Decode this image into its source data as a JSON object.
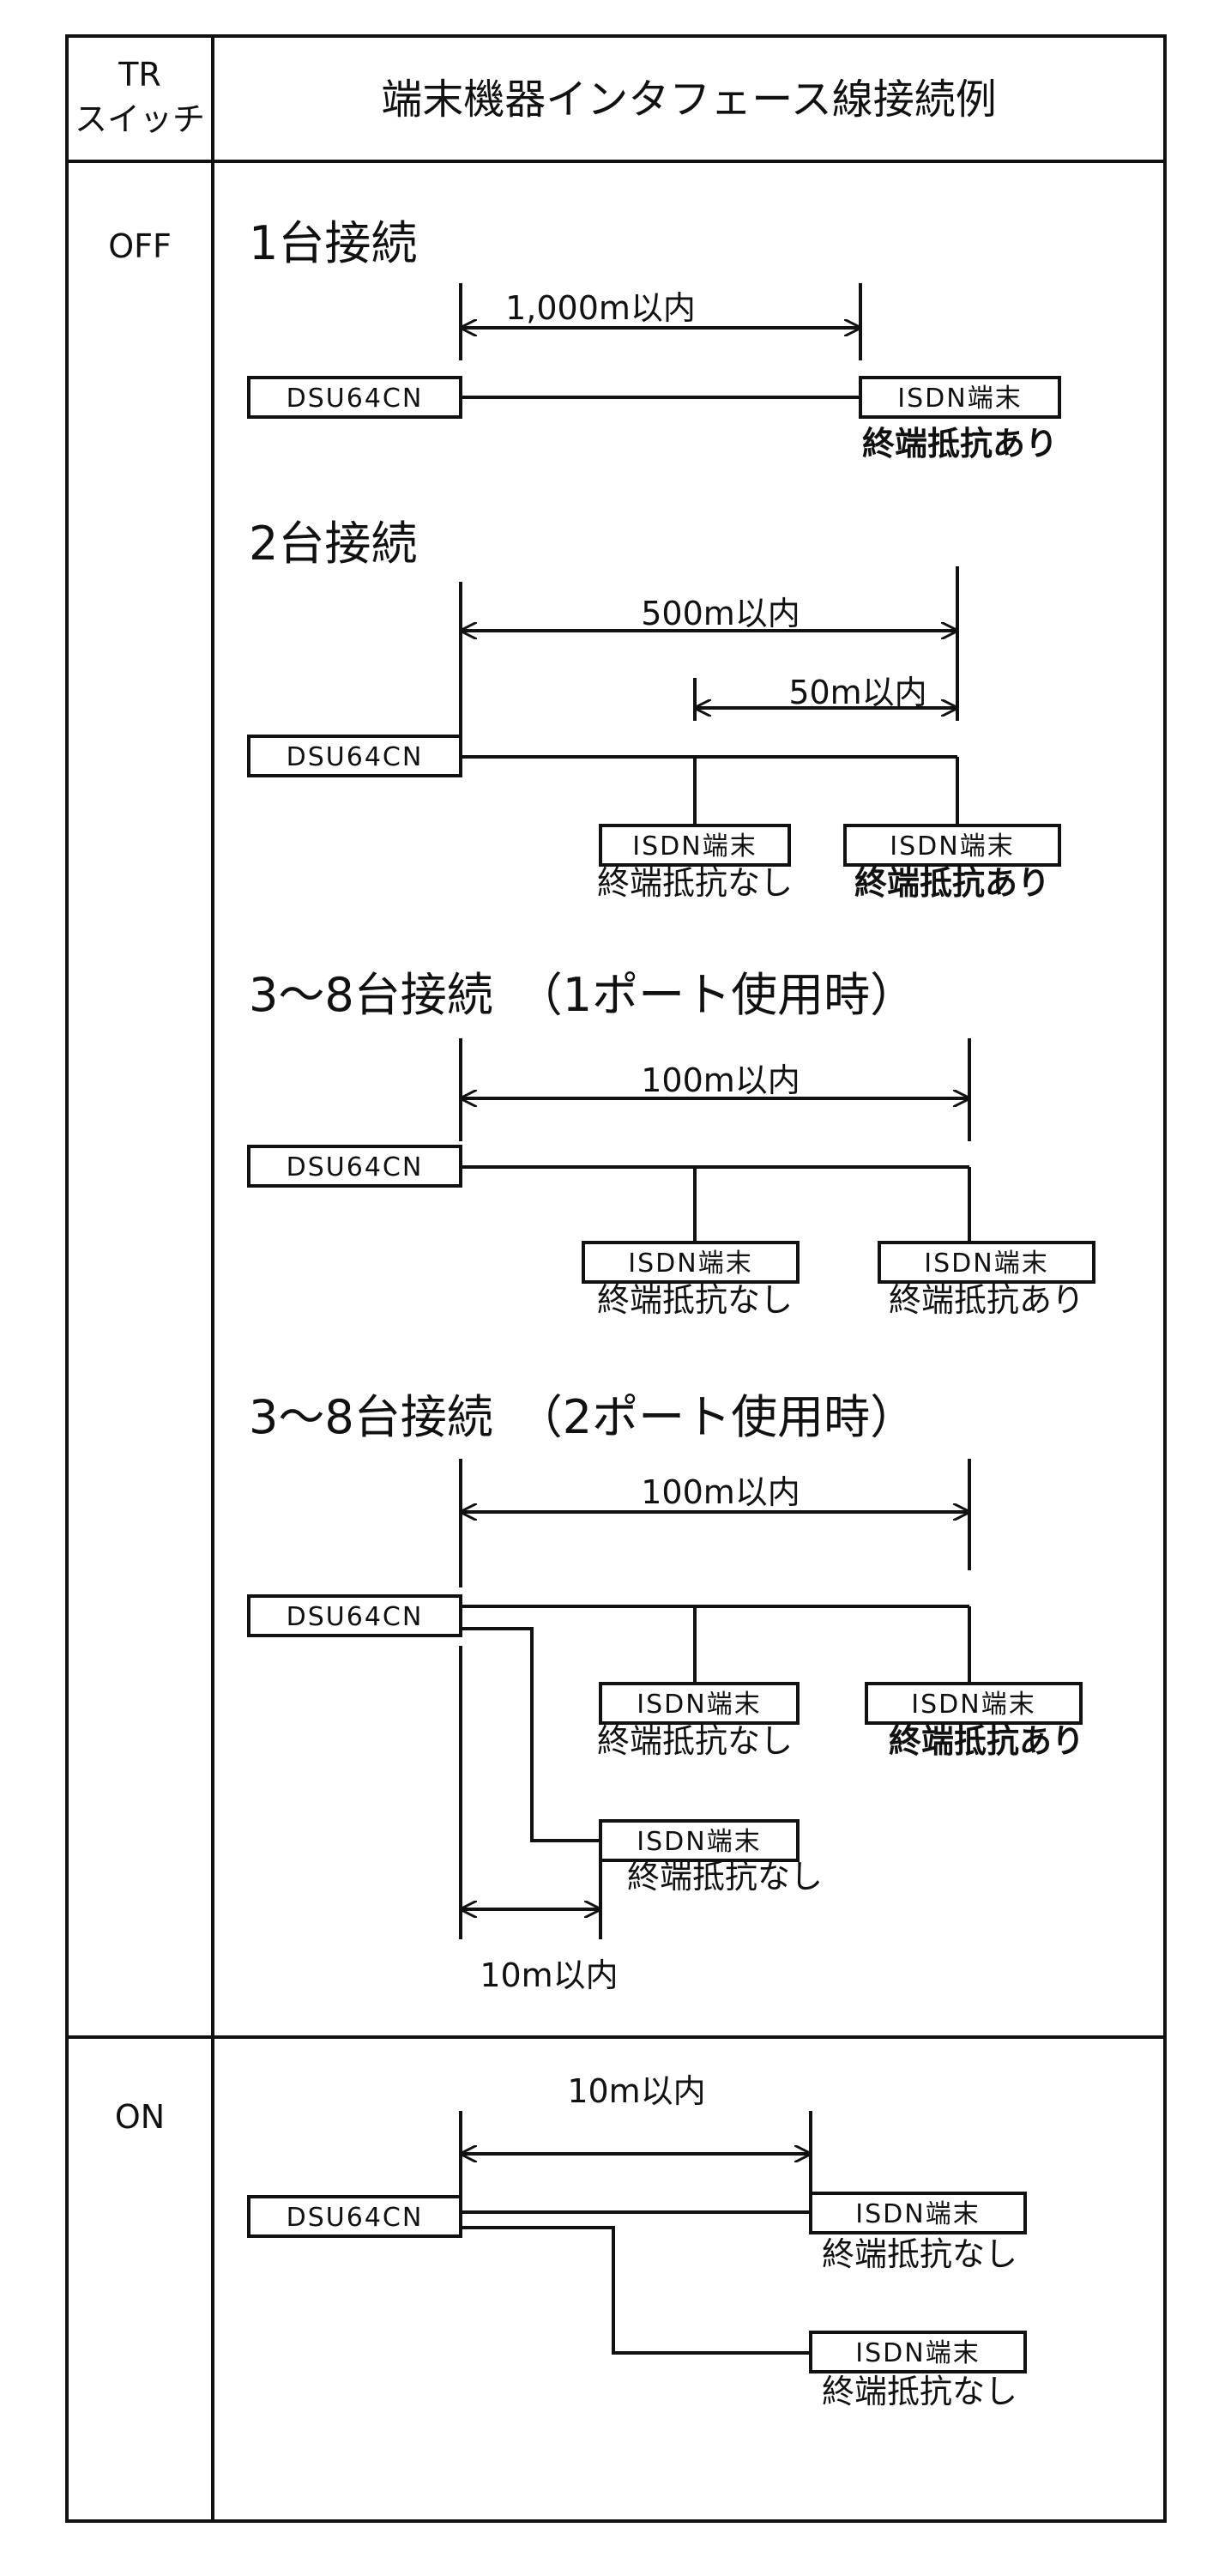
{
  "header": {
    "col1_line1": "TR",
    "col1_line2": "スイッチ",
    "title": "端末機器インタフェース線接続例"
  },
  "rows": {
    "off": "OFF",
    "on": "ON"
  },
  "device_label": "DSU64CN",
  "terminal_label": "ISDN端末",
  "term_with": "終端抵抗あり",
  "term_without": "終端抵抗なし",
  "sections": [
    {
      "title": "1台接続",
      "dims": [
        "1,000m以内"
      ]
    },
    {
      "title": "2台接続",
      "dims": [
        "500m以内",
        "50m以内"
      ]
    },
    {
      "title": "3～8台接続　（1ポート使用時）",
      "dims": [
        "100m以内"
      ]
    },
    {
      "title": "3～8台接続　（2ポート使用時）",
      "dims": [
        "100m以内",
        "10m以内"
      ]
    },
    {
      "title": "",
      "dims": [
        "10m以内"
      ]
    }
  ]
}
